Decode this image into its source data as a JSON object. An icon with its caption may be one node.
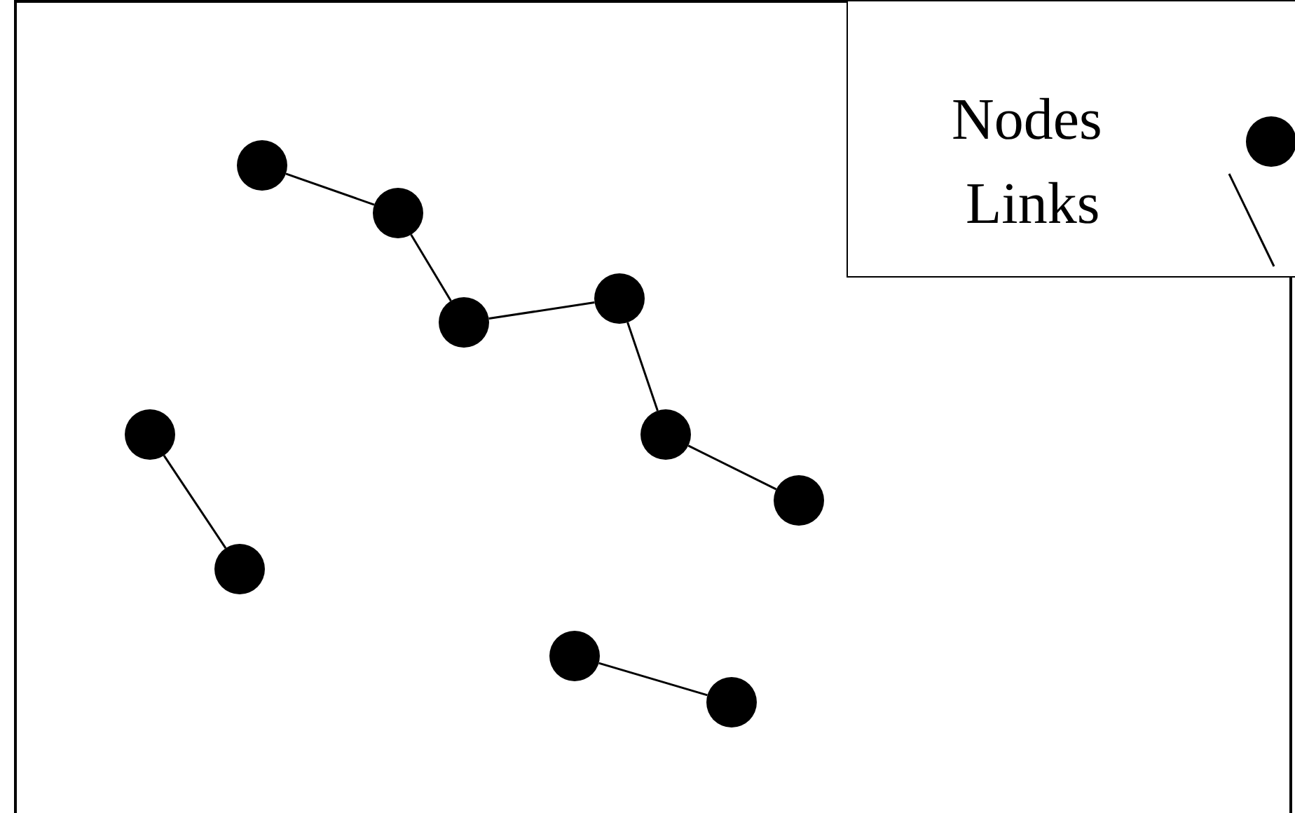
{
  "diagram": {
    "nodes": [
      {
        "text": [],
        "shape": "circle"
      },
      {
        "text": [],
        "shape": "circle"
      },
      {
        "text": [],
        "shape": "circle"
      },
      {
        "text": [],
        "shape": "circle"
      },
      {
        "text": [],
        "shape": "circle"
      },
      {
        "text": [],
        "shape": "circle"
      },
      {
        "text": [],
        "shape": "circle"
      },
      {
        "text": [],
        "shape": "circle"
      },
      {
        "text": [],
        "shape": "circle"
      },
      {
        "text": [],
        "shape": "circle"
      }
    ],
    "edges": [
      {
        "from": 2,
        "to": 3,
        "arrow": "none"
      },
      {
        "from": 3,
        "to": 4,
        "arrow": "none"
      },
      {
        "from": 4,
        "to": 6,
        "arrow": "none"
      },
      {
        "from": 6,
        "to": 7,
        "arrow": "none"
      },
      {
        "from": 7,
        "to": 9,
        "arrow": "none"
      },
      {
        "from": 0,
        "to": 1,
        "arrow": "none"
      },
      {
        "from": 5,
        "to": 8,
        "arrow": "none"
      }
    ],
    "legend": [
      {
        "text": "Nodes"
      },
      {
        "text": "Links"
      }
    ]
  }
}
